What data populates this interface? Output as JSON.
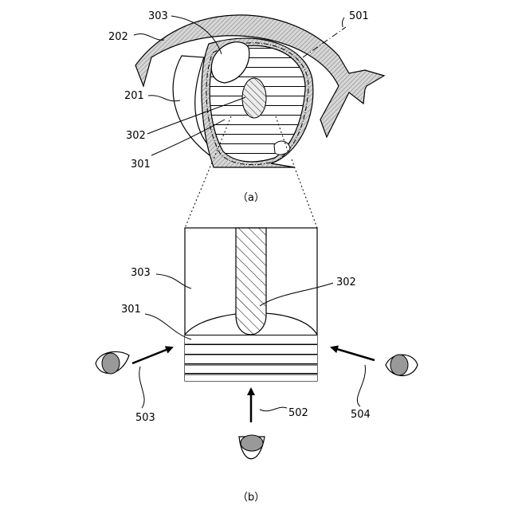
{
  "captions": {
    "a": "（a）",
    "b": "（b）"
  },
  "labels": {
    "l303a": "303",
    "l501": "501",
    "l202": "202",
    "l201": "201",
    "l302a": "302",
    "l301a": "301",
    "l303b": "303",
    "l302b": "302",
    "l301b": "301",
    "l503": "503",
    "l502": "502",
    "l504": "504"
  }
}
